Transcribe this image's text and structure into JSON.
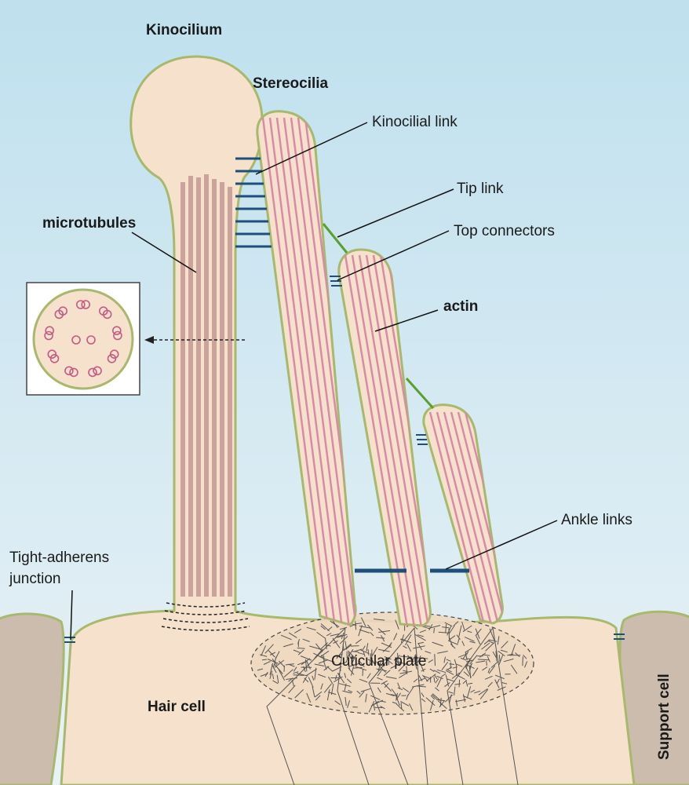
{
  "labels": {
    "kinocilium": "Kinocilium",
    "stereocilia": "Stereocilia",
    "kinocilial_link": "Kinocilial link",
    "tip_link": "Tip link",
    "top_connectors": "Top connectors",
    "microtubules": "microtubules",
    "actin": "actin",
    "ankle_links": "Ankle links",
    "tight_adherens_1": "Tight-adherens",
    "tight_adherens_2": "junction",
    "cuticular_plate": "Cuticular plate",
    "hair_cell": "Hair cell",
    "support_cell": "Support cell"
  },
  "colors": {
    "background_top": "#bfe0ee",
    "background_bottom": "#e6f1f6",
    "cell_fill": "#f6e2cc",
    "cell_outline": "#a8b86c",
    "actin_filament": "#d98aa8",
    "microtubule": "#caa09a",
    "link_blue": "#1f4e79",
    "tip_link_green": "#5aa02c",
    "support_cell_fill": "#cbbcae"
  }
}
